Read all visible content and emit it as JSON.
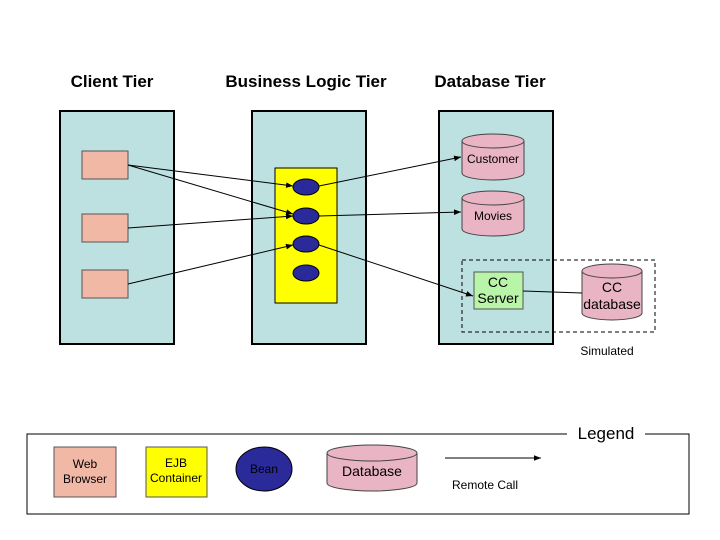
{
  "tiers": {
    "client": "Client Tier",
    "business": "Business Logic Tier",
    "database": "Database Tier"
  },
  "databases": {
    "customer": "Customer",
    "movies": "Movies"
  },
  "cc_server": [
    "CC",
    "Server"
  ],
  "cc_database": [
    "CC",
    "database"
  ],
  "simulated_label": "Simulated",
  "legend": {
    "title": "Legend",
    "web_browser": [
      "Web",
      "Browser"
    ],
    "ejb_container": [
      "EJB",
      "Container"
    ],
    "bean": "Bean",
    "database": "Database",
    "remote_call": "Remote Call"
  },
  "colors": {
    "tier_fill": "#bde0e0",
    "browser_fill": "#f2b8a6",
    "container_fill": "#ffff00",
    "bean_fill": "#2a2a9a",
    "db_fill": "#e9b4c4",
    "server_fill": "#b8f5a8"
  }
}
